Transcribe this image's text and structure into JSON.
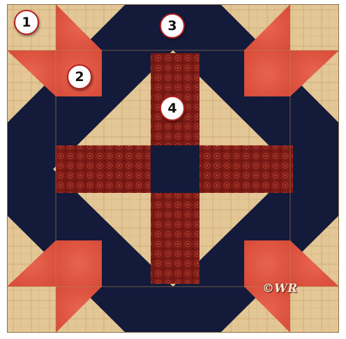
{
  "badges": [
    "1",
    "2",
    "3",
    "4"
  ],
  "colors": {
    "background_fabric": "#e3c796",
    "grid_line": "#c9a46c",
    "accent_red": "#e35a45",
    "navy": "#141a3a",
    "cross_fabric": "#7a1a14",
    "badge_ring": "#b21f1f"
  },
  "watermark": "©WR"
}
